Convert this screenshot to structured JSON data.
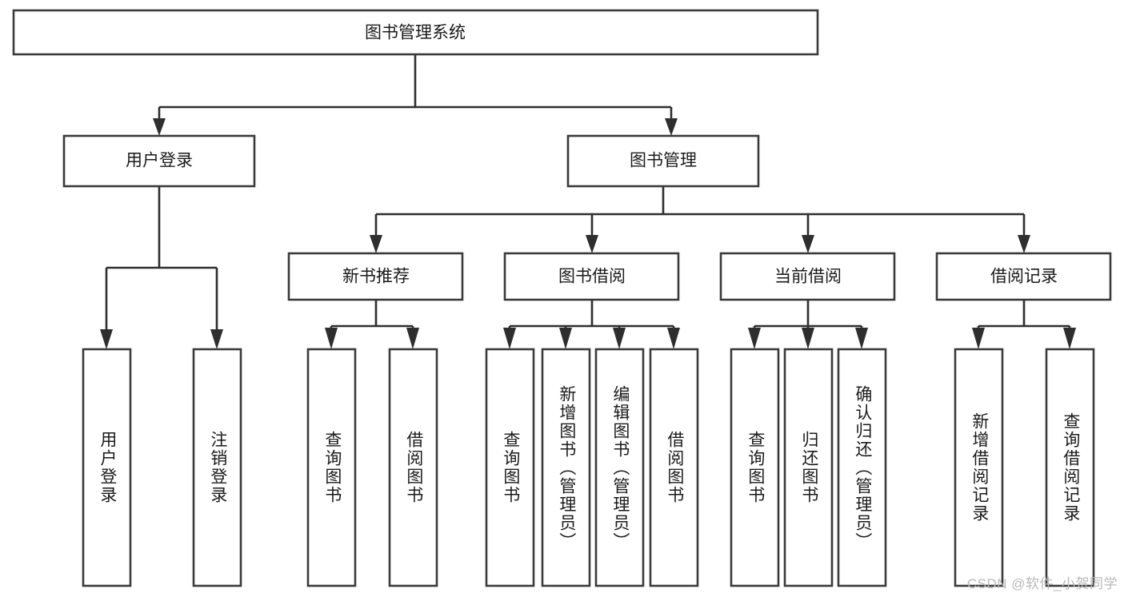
{
  "diagram": {
    "type": "tree-hierarchy",
    "title_node": {
      "id": "root",
      "label": "图书管理系统"
    },
    "level2": [
      {
        "id": "user-login",
        "label": "用户登录"
      },
      {
        "id": "book-manage",
        "label": "图书管理"
      }
    ],
    "level3": [
      {
        "id": "new-book-recommend",
        "label": "新书推荐"
      },
      {
        "id": "book-borrow",
        "label": "图书借阅"
      },
      {
        "id": "current-borrow",
        "label": "当前借阅"
      },
      {
        "id": "borrow-record",
        "label": "借阅记录"
      }
    ],
    "leaves": {
      "user_login": [
        {
          "id": "leaf-user-login",
          "label": "用户登录"
        },
        {
          "id": "leaf-logout",
          "label": "注销登录"
        }
      ],
      "new_book_recommend": [
        {
          "id": "leaf-query-book-1",
          "label": "查询图书"
        },
        {
          "id": "leaf-borrow-book-1",
          "label": "借阅图书"
        }
      ],
      "book_borrow": [
        {
          "id": "leaf-query-book-2",
          "label": "查询图书"
        },
        {
          "id": "leaf-add-book",
          "label": "新增图书（管理员）"
        },
        {
          "id": "leaf-edit-book",
          "label": "编辑图书（管理员）"
        },
        {
          "id": "leaf-borrow-book-2",
          "label": "借阅图书"
        }
      ],
      "current_borrow": [
        {
          "id": "leaf-query-book-3",
          "label": "查询图书"
        },
        {
          "id": "leaf-return-book",
          "label": "归还图书"
        },
        {
          "id": "leaf-confirm-return",
          "label": "确认归还（管理员）"
        }
      ],
      "borrow_record": [
        {
          "id": "leaf-add-record",
          "label": "新增借阅记录"
        },
        {
          "id": "leaf-query-record",
          "label": "查询借阅记录"
        }
      ]
    }
  },
  "watermark": {
    "text": "CSDN @软件_小贺同学"
  },
  "colors": {
    "box_stroke": "#3a3a3a",
    "connector": "#2e2e2e",
    "text": "#1a1a1a",
    "background": "#ffffff",
    "watermark": "#b9b9b9"
  }
}
